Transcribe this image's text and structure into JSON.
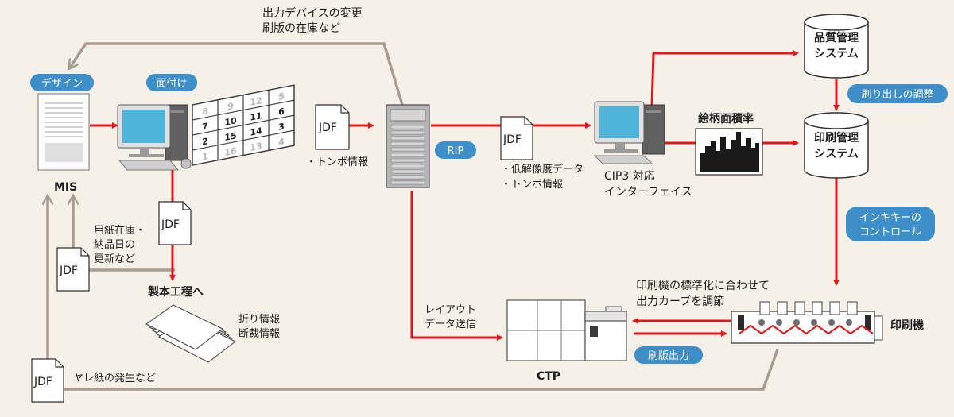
{
  "labels": {
    "design": "デザイン",
    "imposition": "面付け",
    "mis": "MIS",
    "jdf": "JDF",
    "tombo_info": "・トンボ情報",
    "rip": "RIP",
    "low_res_data": "・低解像度データ",
    "tombo_info2": "・トンボ情報",
    "cip3_line1": "CIP3 対応",
    "cip3_line2": "インターフェイス",
    "image_area_rate": "絵柄面積率",
    "qc_line1": "品質管理",
    "qc_line2": "システム",
    "pm_line1": "印刷管理",
    "pm_line2": "システム",
    "start_adjust": "刷り出しの調整",
    "ink_key_line1": "インキキーの",
    "ink_key_line2": "コントロール",
    "feedback_line1": "出力デバイスの変更",
    "feedback_line2": "刷版の在庫など",
    "paper_line1": "用紙在庫・",
    "paper_line2": "納品日の",
    "paper_line3": "更新など",
    "binding": "製本工程へ",
    "fold_line1": "折り情報",
    "fold_line2": "断裁情報",
    "layout_line1": "レイアウト",
    "layout_line2": "データ送信",
    "ctp": "CTP",
    "plate_output": "刷版出力",
    "press": "印刷機",
    "curve_line1": "印刷機の標準化に合わせて",
    "curve_line2": "出力カーブを調節",
    "waste_paper": "ヤレ紙の発生など"
  },
  "imposition_pages": [
    "8",
    "9",
    "12",
    "5",
    "7",
    "10",
    "11",
    "6",
    "2",
    "15",
    "14",
    "3",
    "1",
    "16",
    "13",
    "4"
  ],
  "colors": {
    "background": "#f5f1e8",
    "red": "#e1161b",
    "gray_line": "#a89c8f",
    "pill_blue": "#3d8ec9"
  }
}
